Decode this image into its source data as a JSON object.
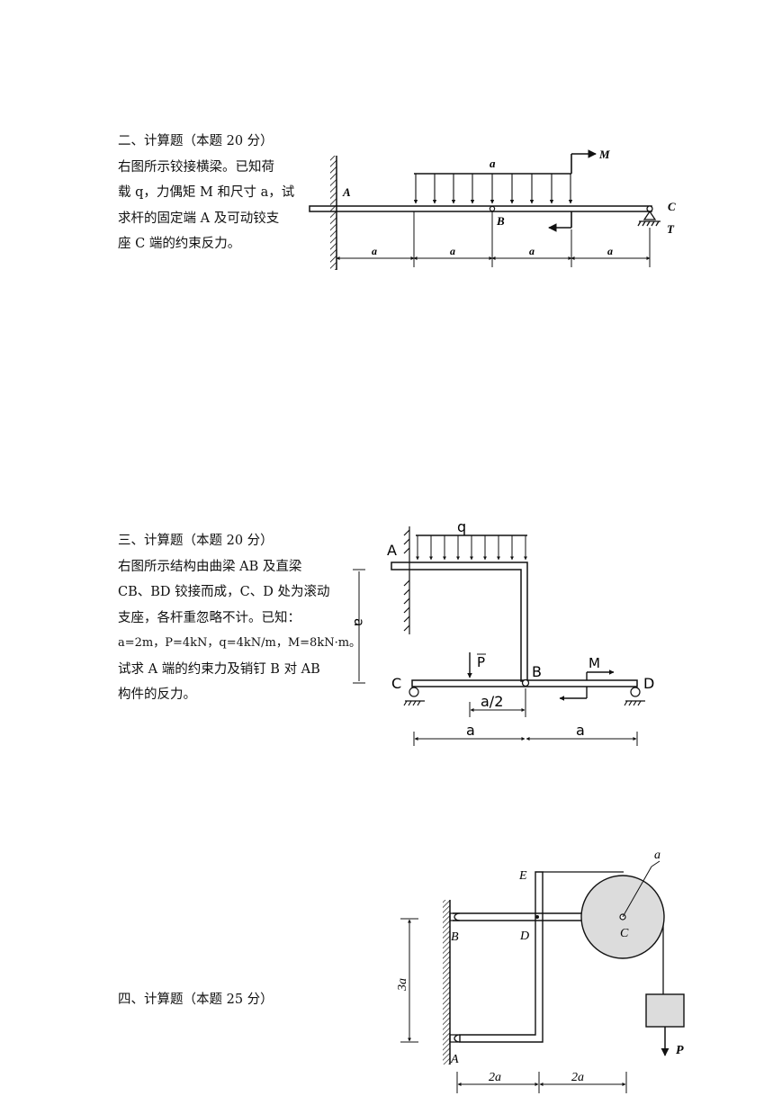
{
  "q2": {
    "heading": "二、计算题（本题 20 分）",
    "lines": [
      "右图所示铰接横梁。已知荷",
      "载 q，力偶矩 M 和尺寸 a，试",
      "求杆的固定端 A 及可动铰支",
      "座 C 端的约束反力。"
    ],
    "fig": {
      "load_label": "a",
      "moment_label": "M",
      "A": "A",
      "B": "B",
      "C": "C",
      "T": "T",
      "dims": [
        "a",
        "a",
        "a",
        "a"
      ]
    }
  },
  "q3": {
    "heading": "三、计算题（本题 20 分）",
    "lines": [
      "右图所示结构由曲梁 AB 及直梁",
      "CB、BD 铰接而成，C、D 处为滚动",
      "支座，各杆重忽略不计。已知：",
      "a=2m，P=4kN，q=4kN/m，M=8kN·m。",
      "试求 A 端的约束力及销钉 B 对 AB",
      "构件的反力。"
    ],
    "fig": {
      "q": "q",
      "A": "A",
      "B": "B",
      "C": "C",
      "D": "D",
      "P": "P",
      "M": "M",
      "height": "a",
      "half": "a/2",
      "dims": [
        "a",
        "a"
      ]
    }
  },
  "q4": {
    "heading": "四、计算题（本题 25 分）",
    "fig": {
      "E": "E",
      "B": "B",
      "D": "D",
      "C": "C",
      "A": "A",
      "a": "a",
      "P": "P",
      "height": "3a",
      "dims": [
        "2a",
        "2a"
      ]
    }
  }
}
